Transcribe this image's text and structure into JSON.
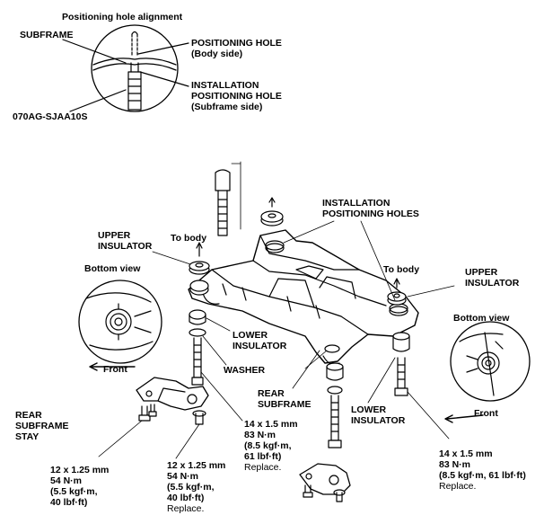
{
  "inset": {
    "title": "Positioning hole alignment",
    "subframe": "SUBFRAME",
    "positioning_hole": "POSITIONING HOLE",
    "body_side": "(Body side)",
    "installation": "INSTALLATION",
    "installation_positioning_hole": "POSITIONING HOLE",
    "subframe_side": "(Subframe side)",
    "tool_code": "070AG-SJAA10S"
  },
  "labels": {
    "installation_positioning_holes_1": "INSTALLATION",
    "installation_positioning_holes_2": "POSITIONING HOLES",
    "upper_insulator_left_1": "UPPER",
    "upper_insulator_left_2": "INSULATOR",
    "to_body_left": "To body",
    "to_body_right": "To body",
    "upper_insulator_right_1": "UPPER",
    "upper_insulator_right_2": "INSULATOR",
    "bottom_view_left": "Bottom view",
    "bottom_view_right": "Bottom view",
    "front_left": "Front",
    "front_right": "Front",
    "lower_insulator_left_1": "LOWER",
    "lower_insulator_left_2": "INSULATOR",
    "washer": "WASHER",
    "rear_subframe_1": "REAR",
    "rear_subframe_2": "SUBFRAME",
    "lower_insulator_right_1": "LOWER",
    "lower_insulator_right_2": "INSULATOR",
    "rear_subframe_stay_1": "REAR",
    "rear_subframe_stay_2": "SUBFRAME",
    "rear_subframe_stay_3": "STAY"
  },
  "torque_specs": [
    {
      "size": "14 x 1.5 mm",
      "nm": "83 N·m",
      "kgf": "(8.5 kgf·m,",
      "lbf": "61 lbf·ft)",
      "note": "Replace."
    },
    {
      "size": "12 x 1.25 mm",
      "nm": "54 N·m",
      "kgf": "(5.5 kgf·m,",
      "lbf": "40 lbf·ft)",
      "note": ""
    },
    {
      "size": "12 x 1.25 mm",
      "nm": "54 N·m",
      "kgf": "(5.5 kgf·m,",
      "lbf": "40 lbf·ft)",
      "note": "Replace."
    },
    {
      "size": "14 x 1.5 mm",
      "nm": "83 N·m",
      "kgf": "(8.5 kgf·m, 61 lbf·ft)",
      "note": "Replace."
    }
  ]
}
